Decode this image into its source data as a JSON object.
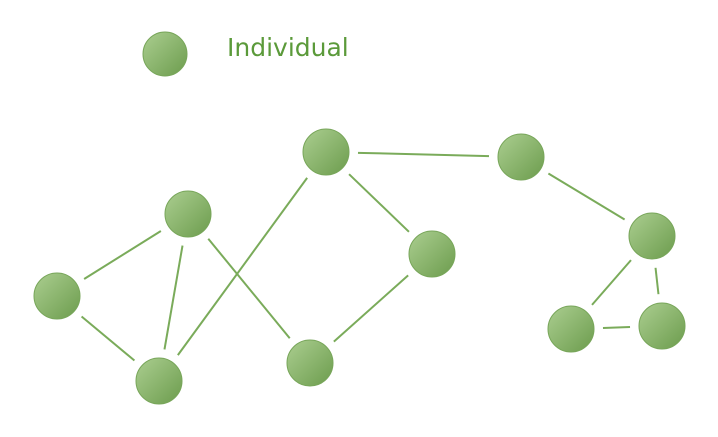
{
  "legend": {
    "label": "Individual",
    "icon": "circle-node-icon"
  },
  "colors": {
    "node_light": "#a9cc8e",
    "node_dark": "#6f9f50",
    "node_stroke": "#78a65a",
    "edge": "#7aab5a",
    "text": "#5b9a3a"
  },
  "nodes": [
    {
      "id": "A"
    },
    {
      "id": "B"
    },
    {
      "id": "C"
    },
    {
      "id": "D"
    },
    {
      "id": "E"
    },
    {
      "id": "F"
    },
    {
      "id": "G"
    },
    {
      "id": "H"
    },
    {
      "id": "I"
    },
    {
      "id": "J"
    }
  ],
  "edges": [
    [
      "A",
      "B"
    ],
    [
      "A",
      "C"
    ],
    [
      "B",
      "C"
    ],
    [
      "B",
      "E"
    ],
    [
      "C",
      "D"
    ],
    [
      "D",
      "F"
    ],
    [
      "D",
      "G"
    ],
    [
      "F",
      "E"
    ],
    [
      "G",
      "H"
    ],
    [
      "H",
      "I"
    ],
    [
      "H",
      "J"
    ],
    [
      "I",
      "J"
    ]
  ]
}
